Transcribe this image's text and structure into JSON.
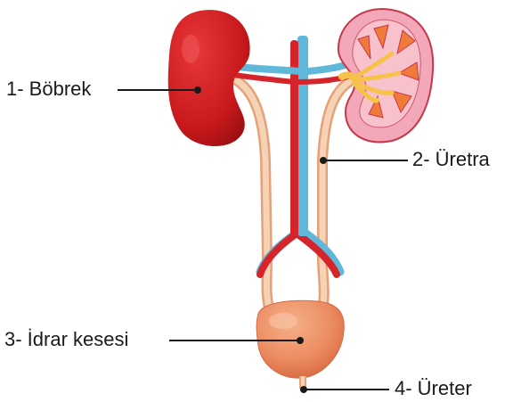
{
  "labels": {
    "kidney": "1- Böbrek",
    "urethra_label": "2- Üretra",
    "bladder": "3- İdrar kesesi",
    "ureter_label": "4- Üreter"
  },
  "colors": {
    "kidney_red": "#c8191c",
    "kidney_dark": "#9e0f12",
    "cortex_pink": "#f2a8b8",
    "medulla_orange": "#f07a3a",
    "vein_blue": "#5fb7d9",
    "artery_red": "#d6252a",
    "ureter_peach": "#f3c7a5",
    "bladder_peach": "#ec8d62"
  }
}
